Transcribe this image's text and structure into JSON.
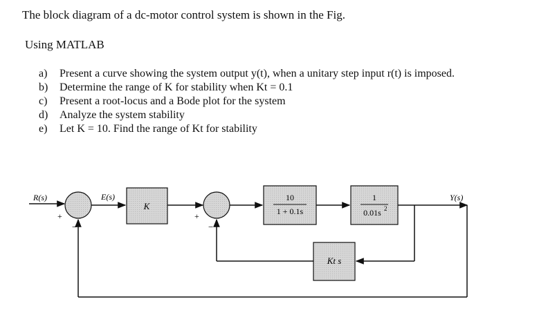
{
  "intro": "The block diagram of a dc-motor control system is shown in the Fig.",
  "using": "Using MATLAB",
  "tasks": [
    {
      "label": "a)",
      "text": "Present a curve showing the system output y(t), when a unitary step input r(t) is imposed."
    },
    {
      "label": "b)",
      "text": "Determine the range of  K for stability when Kt = 0.1"
    },
    {
      "label": "c)",
      "text": "Present a root-locus and a Bode plot for the system"
    },
    {
      "label": "d)",
      "text": "Analyze the system stability"
    },
    {
      "label": "e)",
      "text": "Let K = 10. Find the range of Kt for stability"
    }
  ],
  "diagram": {
    "input_label": "R(s)",
    "error_label": "E(s)",
    "output_label": "Y(s)",
    "gain_label": "K",
    "plant1_num": "10",
    "plant1_den": "1 + 0.1s",
    "plant2_num": "1",
    "plant2_den": "0.01s",
    "plant2_exp": "2",
    "feedback_label": "Kt s",
    "plus_sign": "+",
    "minus_sign": "−"
  }
}
